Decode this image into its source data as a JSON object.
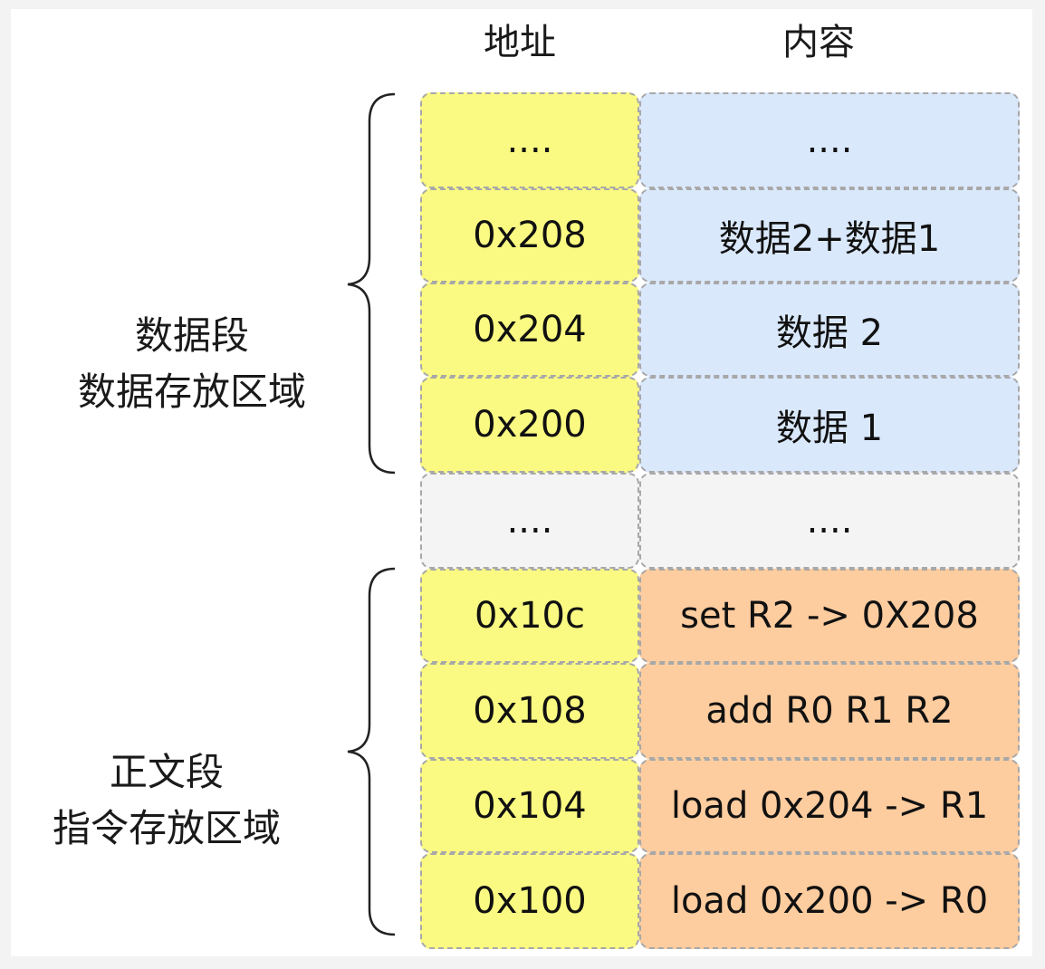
{
  "headers": {
    "address": "地址",
    "content": "内容"
  },
  "segments": {
    "data": {
      "line1": "数据段",
      "line2": "数据存放区域"
    },
    "text": {
      "line1": "正文段",
      "line2": "指令存放区域"
    }
  },
  "rows": [
    {
      "address": "....",
      "content": "...."
    },
    {
      "address": "0x208",
      "content": "数据2+数据1"
    },
    {
      "address": "0x204",
      "content": "数据 2"
    },
    {
      "address": "0x200",
      "content": "数据 1"
    },
    {
      "address": "....",
      "content": "...."
    },
    {
      "address": "0x10c",
      "content": "set R2 -> 0X208"
    },
    {
      "address": "0x108",
      "content": "add R0 R1 R2"
    },
    {
      "address": "0x104",
      "content": "load 0x204 -> R1"
    },
    {
      "address": "0x100",
      "content": "load 0x200 -> R0"
    }
  ],
  "colors": {
    "address_fill": "#fafa82",
    "data_fill": "#dae8fc",
    "text_fill": "#fdcc9f",
    "gap_fill": "#f4f4f4",
    "border": "#a8a8a8"
  }
}
